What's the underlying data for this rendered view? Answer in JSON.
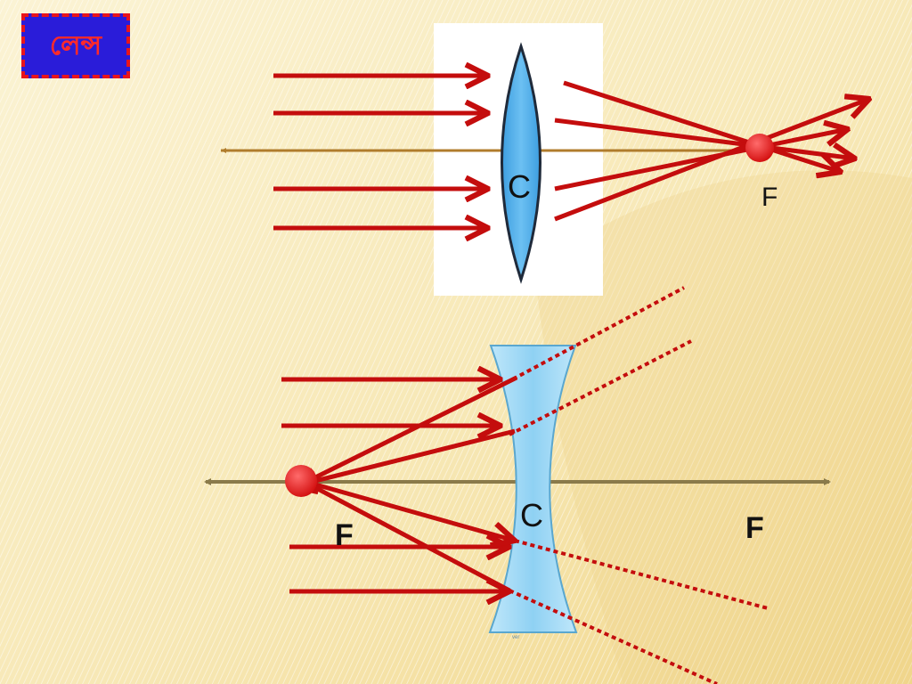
{
  "slide": {
    "title": "লেন্স"
  },
  "convex": {
    "center_label": "C",
    "focus_label": "F"
  },
  "concave": {
    "center_label": "C",
    "focus_left_label": "F",
    "focus_right_label": "F",
    "tiny_mark": "ver"
  },
  "colors": {
    "ray": "#c40d0d",
    "axis": "#b07c2c",
    "axis_concave": "#8a7a4a",
    "lens_convex": "#5ab3ee",
    "lens_concave": "#aee0f7",
    "focus_dot": "#e8141b",
    "title_bg": "#2a1cd9",
    "title_border": "#e8141b"
  }
}
